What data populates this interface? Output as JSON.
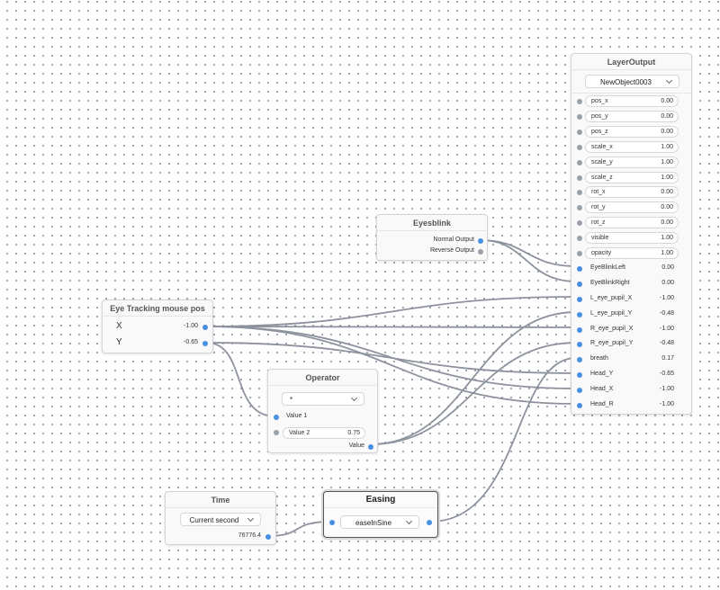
{
  "layer_output": {
    "title": "LayerOutput",
    "object": "NewObject0003",
    "params": [
      {
        "label": "pos_x",
        "value": "0.00"
      },
      {
        "label": "pos_y",
        "value": "0.00"
      },
      {
        "label": "pos_z",
        "value": "0.00"
      },
      {
        "label": "scale_x",
        "value": "1.00"
      },
      {
        "label": "scale_y",
        "value": "1.00"
      },
      {
        "label": "scale_z",
        "value": "1.00"
      },
      {
        "label": "rot_x",
        "value": "0.00"
      },
      {
        "label": "rot_y",
        "value": "0.00"
      },
      {
        "label": "rot_z",
        "value": "0.00"
      },
      {
        "label": "visible",
        "value": "1.00"
      },
      {
        "label": "opacity",
        "value": "1.00"
      }
    ],
    "inputs": [
      {
        "label": "EyeBlinkLeft",
        "value": "0.00"
      },
      {
        "label": "EyeBlinkRight",
        "value": "0.00"
      },
      {
        "label": "L_eye_pupil_X",
        "value": "-1.00"
      },
      {
        "label": "L_eye_pupil_Y",
        "value": "-0.48"
      },
      {
        "label": "R_eye_pupil_X",
        "value": "-1.00"
      },
      {
        "label": "R_eye_pupil_Y",
        "value": "-0.48"
      },
      {
        "label": "breath",
        "value": "0.17"
      },
      {
        "label": "Head_Y",
        "value": "-0.65"
      },
      {
        "label": "Head_X",
        "value": "-1.00"
      },
      {
        "label": "Head_R",
        "value": "-1.00"
      }
    ]
  },
  "eyesblink": {
    "title": "Eyesblink",
    "outputs": [
      {
        "label": "Normal Output"
      },
      {
        "label": "Reverse Output"
      }
    ]
  },
  "eye_tracking": {
    "title": "Eye Tracking mouse pos",
    "outputs": [
      {
        "label": "X",
        "value": "-1.00"
      },
      {
        "label": "Y",
        "value": "-0.65"
      }
    ]
  },
  "operator": {
    "title": "Operator",
    "op": "*",
    "value1_label": "Value 1",
    "value2_label": "Value 2",
    "value2": "0.75",
    "output_label": "Value"
  },
  "time": {
    "title": "Time",
    "mode": "Current second",
    "value": "76776.4"
  },
  "easing": {
    "title": "Easing",
    "func": "easeInSine"
  },
  "colors": {
    "port_connected": "#4a90e2",
    "port_idle": "#9aa0a8",
    "wire": "#8d939e"
  }
}
